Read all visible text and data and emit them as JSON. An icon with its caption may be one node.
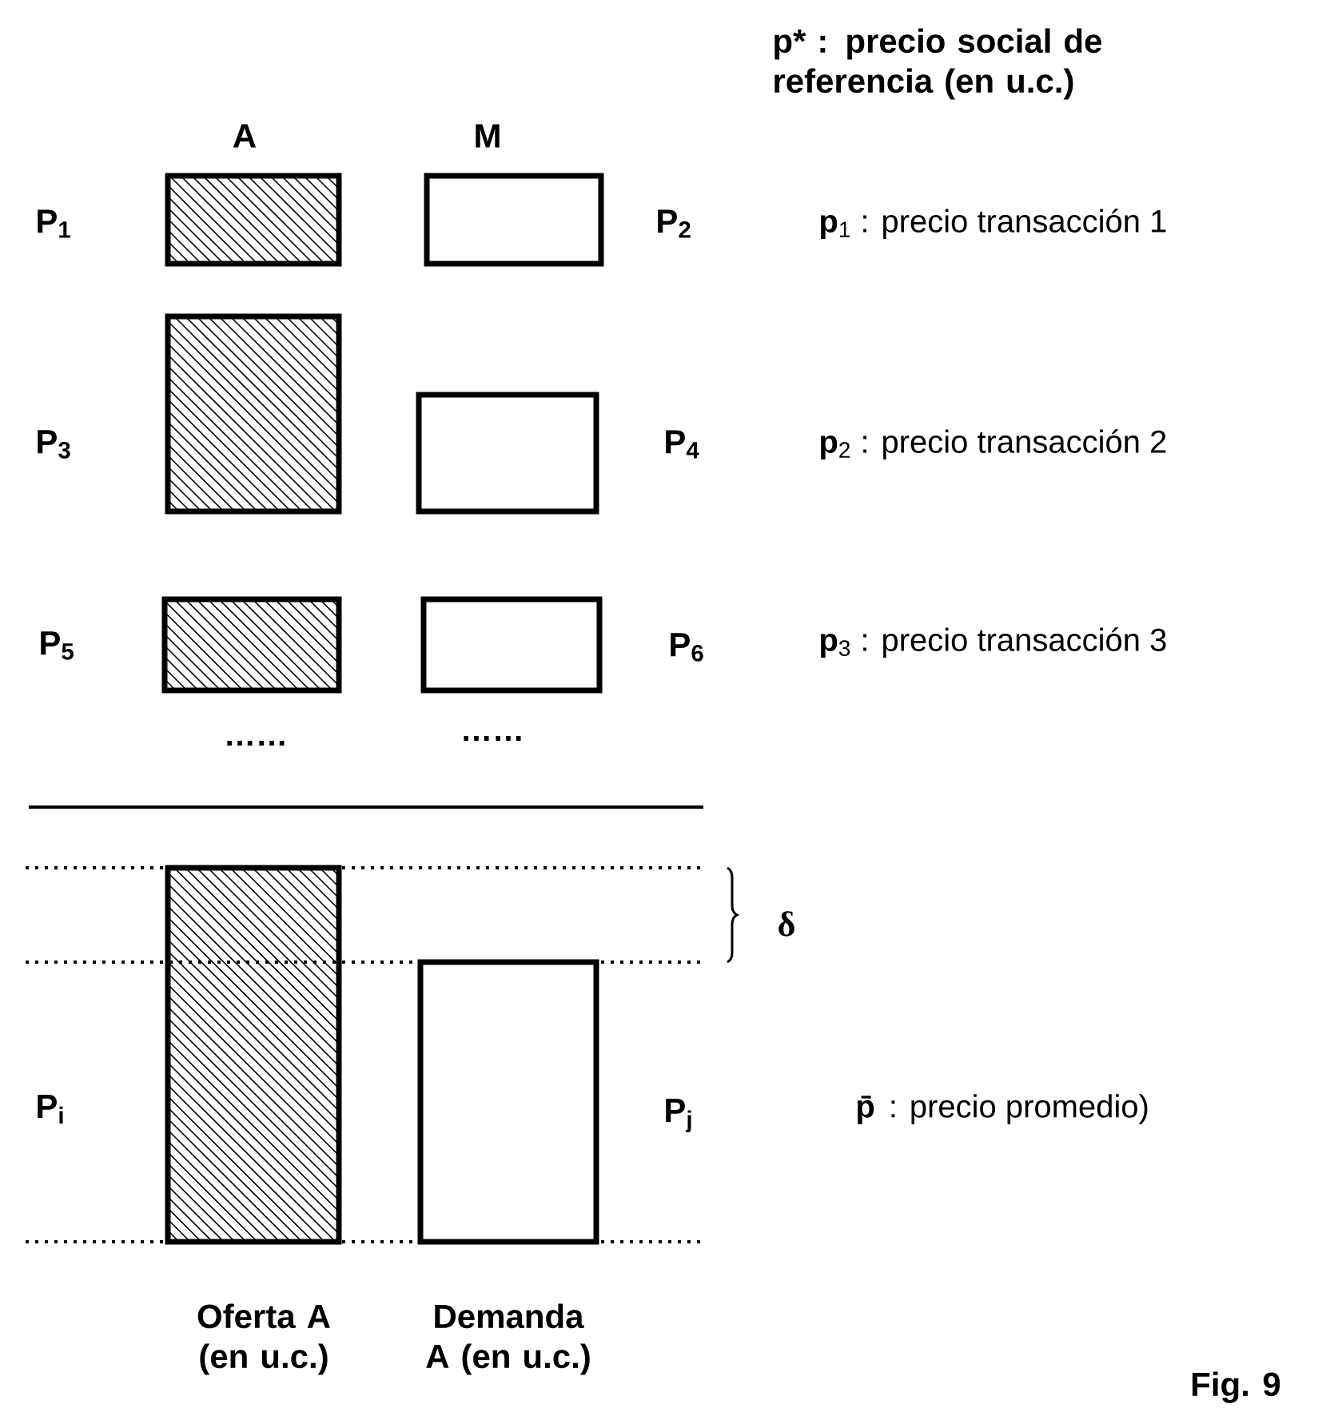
{
  "diagram": {
    "caption": "Fig. 9",
    "nodes": [
      {
        "text": [],
        "shape": "box",
        "beside": [
          "P$_{1}$"
        ]
      },
      {
        "text": [],
        "shape": "box",
        "beside": [
          "P$_{2}$"
        ]
      },
      {
        "text": [],
        "shape": "box",
        "beside": [
          "P$_{3}$"
        ]
      },
      {
        "text": [],
        "shape": "box",
        "beside": [
          "P$_{4}$"
        ]
      },
      {
        "text": [],
        "shape": "box",
        "beside": [
          "P$_{5}$"
        ]
      },
      {
        "text": [],
        "shape": "box",
        "beside": [
          "P$_{6}$"
        ]
      },
      {
        "text": [],
        "shape": "box",
        "beside": [
          "P$_{i}$",
          "Oferta A (en u.c.)"
        ]
      },
      {
        "text": [],
        "shape": "box",
        "beside": [
          "P$_{j}$",
          "Demanda A (en u.c.)"
        ]
      }
    ],
    "labels": [
      "p* : precio social de referencia (en u.c.)",
      "A",
      "M",
      "**p**$_{1}$ : precio transacción 1",
      "**p**$_{2}$ : precio transacción 2",
      "**p**$_{3}$ : precio transacción 3",
      "……",
      "……",
      "δ",
      "**p̄** : precio promedio)"
    ]
  }
}
